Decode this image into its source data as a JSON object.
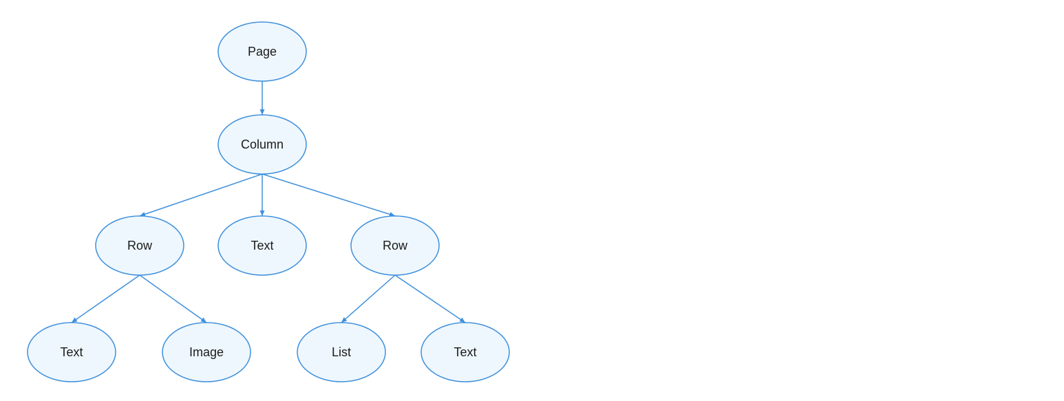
{
  "diagram": {
    "nodes": [
      {
        "id": "page",
        "label": "Page"
      },
      {
        "id": "column",
        "label": "Column"
      },
      {
        "id": "row1",
        "label": "Row"
      },
      {
        "id": "text1",
        "label": "Text"
      },
      {
        "id": "row2",
        "label": "Row"
      },
      {
        "id": "text2",
        "label": "Text"
      },
      {
        "id": "image1",
        "label": "Image"
      },
      {
        "id": "list1",
        "label": "List"
      },
      {
        "id": "text3",
        "label": "Text"
      }
    ],
    "edges": [
      {
        "from": "page",
        "to": "column"
      },
      {
        "from": "column",
        "to": "row1"
      },
      {
        "from": "column",
        "to": "text1"
      },
      {
        "from": "column",
        "to": "row2"
      },
      {
        "from": "row1",
        "to": "text2"
      },
      {
        "from": "row1",
        "to": "image1"
      },
      {
        "from": "row2",
        "to": "list1"
      },
      {
        "from": "row2",
        "to": "text3"
      }
    ],
    "colors": {
      "node_fill": "#eef7fd",
      "node_stroke": "#3d8fdc",
      "edge": "#3d8fdc",
      "text": "#1a1a1a"
    }
  }
}
